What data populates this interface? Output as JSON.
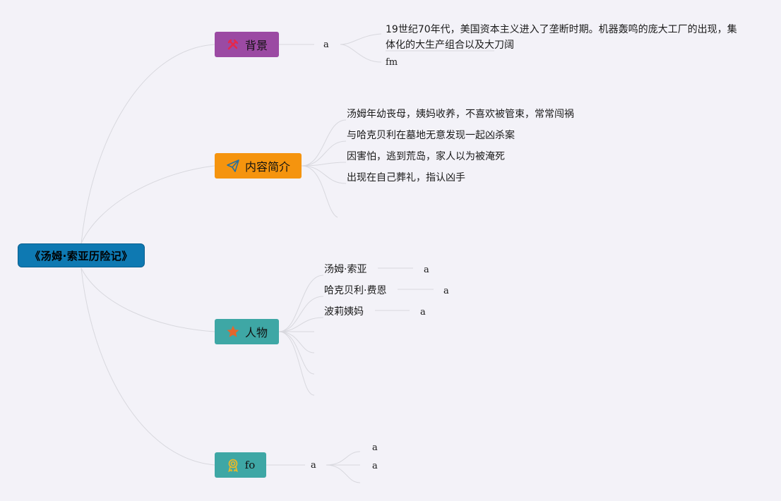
{
  "root": {
    "label": "《汤姆·索亚历险记》"
  },
  "topics": {
    "background": {
      "label": "背景",
      "icon": "tools-icon",
      "color": "#9b4aa3",
      "sub": "a",
      "details": [
        "19世纪70年代，美国资本主义进入了垄断时期。机器轰鸣的庞大工厂的出现，集体化的大生产组合以及大刀阔",
        "fm"
      ]
    },
    "summary": {
      "label": "内容简介",
      "icon": "paper-plane-icon",
      "color": "#f5940e",
      "items": [
        "汤姆年幼丧母，姨妈收养，不喜欢被管束，常常闯祸",
        "与哈克贝利在墓地无意发现一起凶杀案",
        "因害怕，逃到荒岛，家人以为被淹死",
        "出现在自己葬礼，指认凶手"
      ]
    },
    "characters": {
      "label": "人物",
      "icon": "star-icon",
      "color": "#3ea7a5",
      "items": [
        {
          "name": "汤姆·索亚",
          "note": "a"
        },
        {
          "name": "哈克贝利·费恩",
          "note": "a"
        },
        {
          "name": "波莉姨妈",
          "note": "a"
        }
      ]
    },
    "fo": {
      "label": "fo",
      "icon": "award-ribbon-icon",
      "color": "#3ea7a5",
      "sub": "a",
      "items": [
        "a",
        "a"
      ]
    }
  }
}
